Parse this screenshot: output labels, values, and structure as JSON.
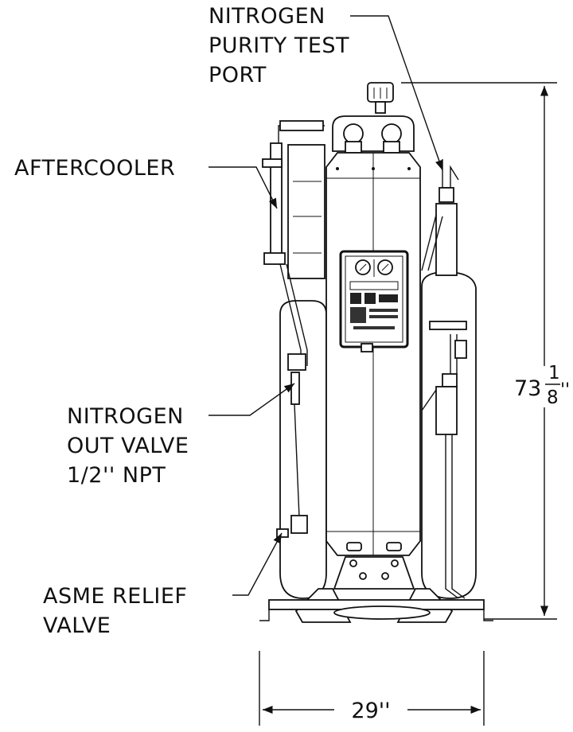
{
  "callouts": {
    "purity_port": [
      "NITROGEN",
      "PURITY TEST",
      "PORT"
    ],
    "aftercooler": [
      "AFTERCOOLER"
    ],
    "out_valve": [
      "NITROGEN",
      "OUT VALVE",
      "1/2'' NPT"
    ],
    "relief_valve": [
      "ASME RELIEF",
      "VALVE"
    ]
  },
  "dimensions": {
    "height_whole": "73",
    "height_num": "1",
    "height_den": "8",
    "height_unit": "''",
    "width": "29''"
  }
}
